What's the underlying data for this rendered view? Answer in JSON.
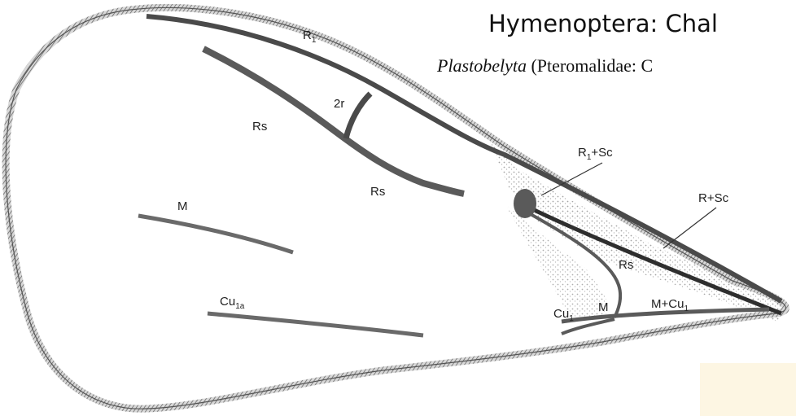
{
  "slide": {
    "title": "Hymenoptera: Chal",
    "subtitle_genus": "Plastobelyta",
    "subtitle_rest": " (Pteromalidae: C"
  },
  "labels": {
    "r1": {
      "main": "R",
      "sub": "1"
    },
    "cell_2r": "2r",
    "rs_upper": "Rs",
    "rs_lower": "Rs",
    "m_left": "M",
    "r1_sc": {
      "main": "R",
      "sub": "1",
      "rest": "+Sc"
    },
    "r_sc": "R+Sc",
    "rs_basal": "Rs",
    "cu1a": {
      "main": "Cu",
      "sub": "1a"
    },
    "cu1": {
      "main": "Cu",
      "sub": "1"
    },
    "m_basal": "M",
    "m_cu1": {
      "main": "M+Cu",
      "sub": "1"
    }
  },
  "colors": {
    "vein": "#6a6a6a",
    "vein_dark": "#3a3a3a",
    "stipple": "#cfcfcf",
    "corner_patch": "#fdf6e3"
  }
}
